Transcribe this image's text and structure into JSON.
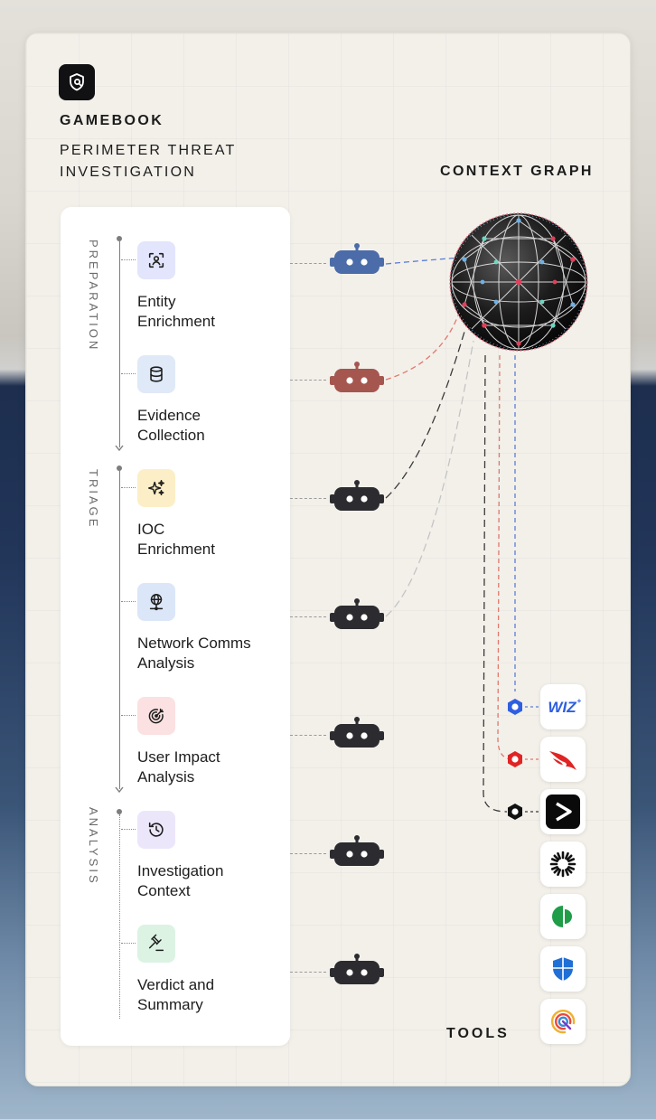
{
  "header": {
    "brand": "GAMEBOOK",
    "subtitle": "PERIMETER THREAT\nINVESTIGATION",
    "context_graph_title": "CONTEXT GRAPH",
    "tools_title": "TOOLS"
  },
  "phases": [
    {
      "label": "PREPARATION"
    },
    {
      "label": "TRIAGE"
    },
    {
      "label": "ANALYSIS"
    }
  ],
  "steps": [
    {
      "label": "Entity\nEnrichment",
      "icon": "face-scan-icon",
      "tile_color": "#e2e5fb",
      "agent_color": "#4b6ca8"
    },
    {
      "label": "Evidence\nCollection",
      "icon": "database-icon",
      "tile_color": "#dfe9f7",
      "agent_color": "#a5574f"
    },
    {
      "label": "IOC\nEnrichment",
      "icon": "sparkles-icon",
      "tile_color": "#fcefc7",
      "agent_color": "#2c2c30"
    },
    {
      "label": "Network Comms\nAnalysis",
      "icon": "globe-network-icon",
      "tile_color": "#dbe6f8",
      "agent_color": "#2c2c30"
    },
    {
      "label": "User Impact\nAnalysis",
      "icon": "target-icon",
      "tile_color": "#fbe1e1",
      "agent_color": "#2c2c30"
    },
    {
      "label": "Investigation\nContext",
      "icon": "history-icon",
      "tile_color": "#ece6fb",
      "agent_color": "#2c2c30"
    },
    {
      "label": "Verdict and\nSummary",
      "icon": "gavel-icon",
      "tile_color": "#dcf3e4",
      "agent_color": "#2c2c30"
    }
  ],
  "tools": [
    {
      "name": "WIZ",
      "icon": "wiz-logo-icon",
      "connected": true,
      "node_color": "#2f5fe0"
    },
    {
      "name": "CrowdStrike",
      "icon": "falcon-logo-icon",
      "connected": true,
      "node_color": "#e02424"
    },
    {
      "name": "Sentinel",
      "icon": "arrow-logo-icon",
      "connected": true,
      "node_color": "#111111"
    },
    {
      "name": "Sunburst",
      "icon": "sunburst-logo-icon",
      "connected": false
    },
    {
      "name": "CyberArk",
      "icon": "green-c-logo-icon",
      "connected": false
    },
    {
      "name": "Defender",
      "icon": "shield-logo-icon",
      "connected": false
    },
    {
      "name": "Rainbow",
      "icon": "rainbow-logo-icon",
      "connected": false
    }
  ],
  "colors": {
    "card_bg": "#f3f0ea",
    "blue_wire": "#5a7fd6",
    "red_wire": "#e2786a",
    "dark_wire": "#3a3a3a",
    "light_wire": "#c8c8c8"
  }
}
